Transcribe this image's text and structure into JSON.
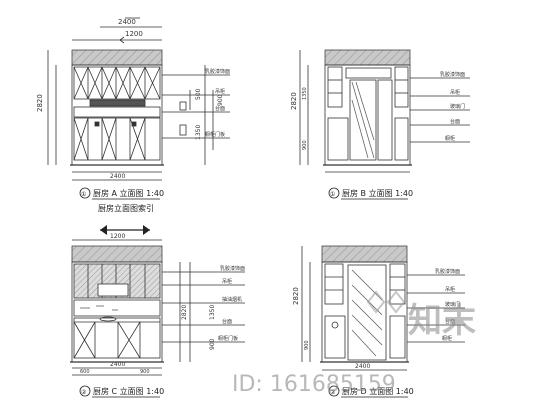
{
  "drawing": {
    "panels": [
      {
        "id": "top-left",
        "caption_num": "①",
        "caption": "厨房 A 立面图 1:40",
        "dims_top": [
          "2400",
          "1200"
        ],
        "dims_left": [
          "2820"
        ],
        "dims_right": [
          "500",
          "1350",
          "900"
        ],
        "dims_bottom": [
          "2400"
        ],
        "notes": [
          "乳胶漆饰面",
          "吊柜",
          "台面",
          "橱柜门板"
        ]
      },
      {
        "id": "top-right",
        "caption_num": "①",
        "caption": "厨房 B 立面图 1:40",
        "dims_left": [
          "2820",
          "1350",
          "900"
        ],
        "dims_bottom": [],
        "notes": [
          "乳胶漆饰面",
          "吊柜",
          "玻璃门",
          "台面",
          "橱柜"
        ]
      },
      {
        "id": "bottom-left",
        "caption_num": "②",
        "caption": "厨房 C 立面图 1:40",
        "dims_top": [
          "1200"
        ],
        "dims_left": [],
        "dims_right": [
          "2820",
          "1350",
          "900"
        ],
        "dims_bottom": [
          "2400",
          "600",
          "900"
        ],
        "notes": [
          "乳胶漆饰面",
          "吊柜",
          "抽油烟机",
          "台面",
          "橱柜门板"
        ]
      },
      {
        "id": "bottom-right",
        "caption_num": "②",
        "caption": "厨房 D 立面图 1:40",
        "dims_left": [
          "2820",
          "900"
        ],
        "dims_bottom": [
          "2400"
        ],
        "notes": [
          "乳胶漆饰面",
          "吊柜",
          "玻璃门",
          "台面",
          "橱柜"
        ]
      }
    ],
    "arrow_label": "厨房立面图索引",
    "watermark_logo": "知末",
    "watermark_id": "ID: 161685159"
  }
}
